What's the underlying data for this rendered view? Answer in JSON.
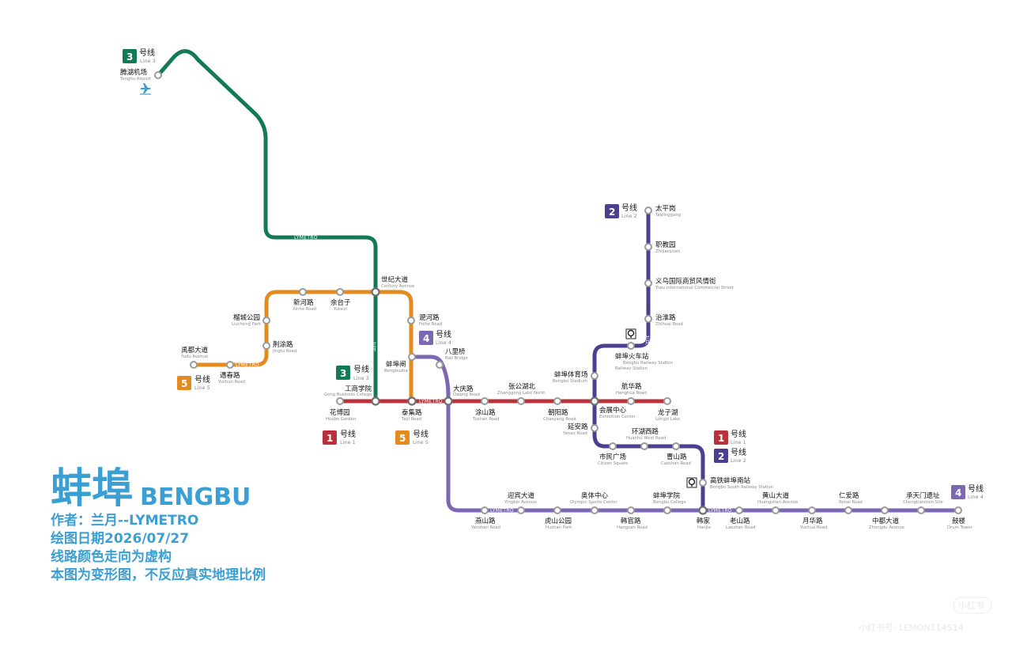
{
  "city": {
    "name_zh": "蚌埠",
    "name_en": "BENGBU"
  },
  "credits": [
    "作者：兰月--LYMETRO",
    "绘图日期2026/07/27",
    "线路颜色走向为虚构",
    "本图为变形图，不反应真实地理比例"
  ],
  "colors": {
    "line1": "#b8323c",
    "line2": "#4d3f8f",
    "line3": "#137a55",
    "line4": "#7b67b3",
    "line5": "#e58a1f",
    "accent": "#3a9fd2"
  },
  "track_tag": "LYMETRO",
  "vertical_tag": "兰月",
  "lines": {
    "line3": {
      "num": "3",
      "hao": "号线",
      "en": "Line 3"
    },
    "line2": {
      "num": "2",
      "hao": "号线",
      "en": "Line 2"
    },
    "line4": {
      "num": "4",
      "hao": "号线",
      "en": "Line 4"
    },
    "line5": {
      "num": "5",
      "hao": "号线",
      "en": "Line 5"
    },
    "line1": {
      "num": "1",
      "hao": "号线",
      "en": "Line 1"
    }
  },
  "stations": {
    "tenghu": {
      "zh": "腾湖机场",
      "en": "Tenghu Airport"
    },
    "century": {
      "zh": "世纪大道",
      "en": "Century Avenue"
    },
    "gongshang": {
      "zh": "工商学院",
      "en": "Gong Business College"
    },
    "xinhe": {
      "zh": "新河路",
      "en": "Xinhe Road"
    },
    "yutai": {
      "zh": "余台子",
      "en": "Yutaizi"
    },
    "liucheng": {
      "zh": "榴城公园",
      "en": "Liucheng Park"
    },
    "jingtu": {
      "zh": "荆涂路",
      "en": "Jingtu Road"
    },
    "yudu": {
      "zh": "禹都大道",
      "en": "Yudu Avenue"
    },
    "yuchun": {
      "zh": "遇春路",
      "en": "Yuchun Road"
    },
    "feihe": {
      "zh": "淝河路",
      "en": "Feihe Road"
    },
    "bengbuzha": {
      "zh": "蚌埠闸",
      "en": "Bengbuzha"
    },
    "taiji": {
      "zh": "泰集路",
      "en": "Taiji Road"
    },
    "huabo": {
      "zh": "花博园",
      "en": "Huabo Garden"
    },
    "daqing": {
      "zh": "大庆路",
      "en": "Daqing Road"
    },
    "tushan": {
      "zh": "涂山路",
      "en": "Tushan Road"
    },
    "zhanggong": {
      "zh": "张公湖北",
      "en": "Zhanggong Lake North"
    },
    "chaoyang": {
      "zh": "朝阳路",
      "en": "Chaoyang Road"
    },
    "huizhan": {
      "zh": "会展中心",
      "en": "Exhibition Center"
    },
    "hanghua": {
      "zh": "航华路",
      "en": "Hanghua Road"
    },
    "longzihu": {
      "zh": "龙子湖",
      "en": "Longzi Lake"
    },
    "baliqiao": {
      "zh": "八里桥",
      "en": "Bali Bridge"
    },
    "taipinggang": {
      "zh": "太平岗",
      "en": "Taipinggang"
    },
    "zhijiaoyuan": {
      "zh": "职教园",
      "en": "Zhijiaoyuan"
    },
    "yiwu": {
      "zh": "义乌国际商贸风情街",
      "en": "Yiwu International Commercial Street"
    },
    "zhihuai": {
      "zh": "治淮路",
      "en": "Zhihuai Road"
    },
    "railway": {
      "zh": "蚌埠火车站",
      "en": "Bengbu Railway Station"
    },
    "stadium": {
      "zh": "蚌埠体育场",
      "en": "Bengbu Stadium"
    },
    "yanan": {
      "zh": "延安路",
      "en": "Yanan Road"
    },
    "shimin": {
      "zh": "市民广场",
      "en": "Citizen Square"
    },
    "huanhu": {
      "zh": "环湖西路",
      "en": "Huanhu West Road"
    },
    "caoshan": {
      "zh": "曹山路",
      "en": "Caoshan Road"
    },
    "southrail": {
      "zh": "高铁蚌埠南站",
      "en": "Bengbu South Railway Station"
    },
    "hanjia": {
      "zh": "韩家",
      "en": "Hanjia"
    },
    "yanshan": {
      "zh": "燕山路",
      "en": "Yanshan Road"
    },
    "yingbin": {
      "zh": "迎宾大道",
      "en": "Yingbin Avenue"
    },
    "hushan": {
      "zh": "虎山公园",
      "en": "Hushan Park"
    },
    "olympic": {
      "zh": "奥体中心",
      "en": "Olympic Sports Center"
    },
    "hanguan": {
      "zh": "韩官路",
      "en": "Hanguan Road"
    },
    "college": {
      "zh": "蚌埠学院",
      "en": "Bengbu College"
    },
    "laoshan": {
      "zh": "老山路",
      "en": "Laoshan Road"
    },
    "huangshan": {
      "zh": "黄山大道",
      "en": "Huangshan Avenue"
    },
    "yuehua": {
      "zh": "月华路",
      "en": "Yuehua Road"
    },
    "renai": {
      "zh": "仁爱路",
      "en": "Renai Road"
    },
    "zhongdu": {
      "zh": "中都大道",
      "en": "Zhongdu Avenue"
    },
    "chengtian": {
      "zh": "承天门遗址",
      "en": "Chengtianmen Site"
    },
    "gulou": {
      "zh": "鼓楼",
      "en": "Drum Tower"
    }
  },
  "watermark": {
    "top": "小红书",
    "bottom": "小红书号: LEMON114514"
  },
  "icons": {
    "airport": "airplane-icon",
    "rail": "railway-station-icon"
  }
}
